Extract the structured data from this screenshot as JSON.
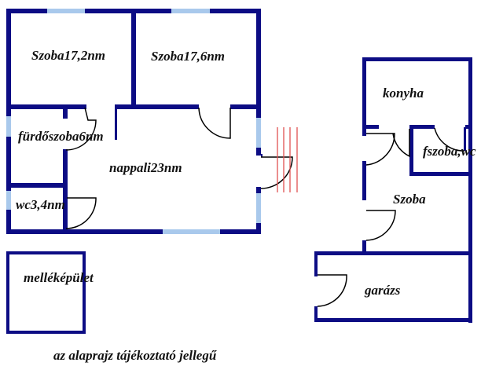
{
  "main_house": {
    "rooms": [
      {
        "label": "Szoba17,2nm"
      },
      {
        "label": "Szoba17,6nm"
      },
      {
        "label": "fürdőszoba6nm"
      },
      {
        "label": "nappali23nm"
      },
      {
        "label": "wc3,4nm"
      }
    ]
  },
  "annex": {
    "rooms": [
      {
        "label": "konyha"
      },
      {
        "label": "fszoba,wc"
      },
      {
        "label": "Szoba"
      },
      {
        "label": "garázs"
      }
    ]
  },
  "outbuilding": {
    "label": "melléképület"
  },
  "note": "az alaprajz tájékoztató jellegű",
  "colors": {
    "wall": "#0c0c84",
    "window": "#a9c9ec",
    "stairs": "#e05050"
  }
}
